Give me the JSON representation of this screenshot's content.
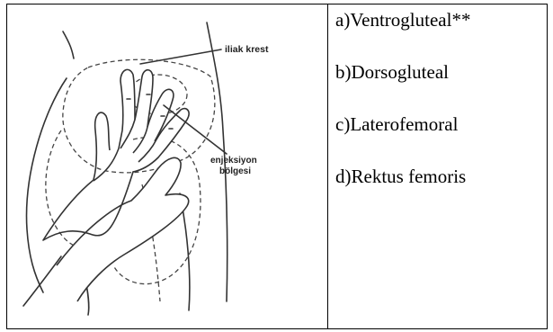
{
  "illustration": {
    "label_iliac": "iliak krest",
    "label_injection_line1": "enjeksiyon",
    "label_injection_line2": "bölgesi"
  },
  "options": [
    {
      "text": "a)Ventrogluteal**"
    },
    {
      "text": "b)Dorsogluteal"
    },
    {
      "text": "c)Laterofemoral"
    },
    {
      "text": "d)Rektus femoris"
    }
  ]
}
